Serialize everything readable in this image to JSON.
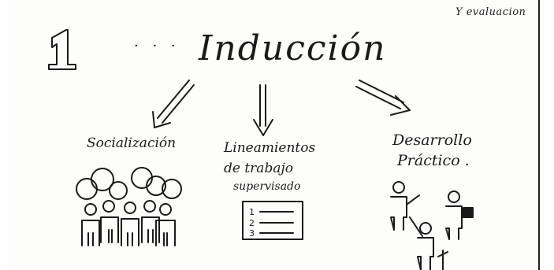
{
  "corner_text": "Y evaluacion",
  "step_number": "1",
  "title": "Inducción",
  "branches": [
    {
      "lines": [
        "Socialización"
      ]
    },
    {
      "lines": [
        "Lineamientos",
        "de trabajo",
        "supervisado"
      ]
    },
    {
      "lines": [
        "Desarrollo",
        "Práctico ."
      ]
    }
  ],
  "list_items": [
    "1",
    "2",
    "3"
  ],
  "ink_color": "#1a1a1a",
  "paper_color": "#fdfdfb"
}
